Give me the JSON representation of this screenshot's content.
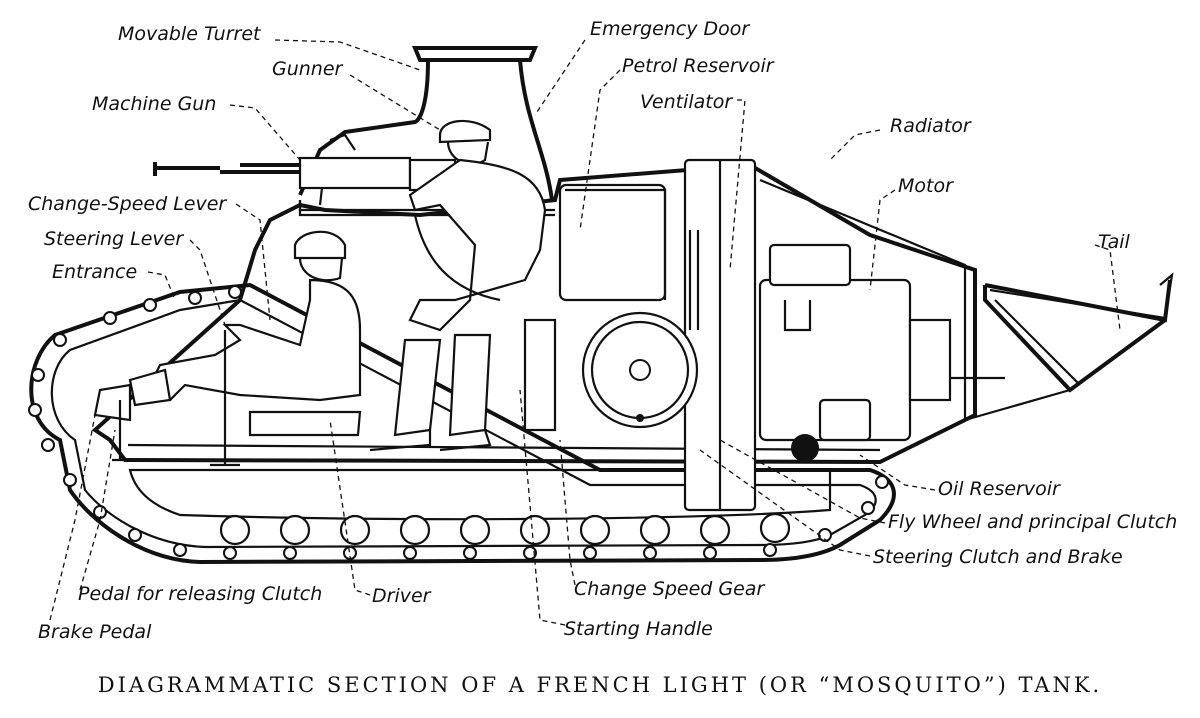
{
  "caption": "DIAGRAMMATIC SECTION OF A FRENCH LIGHT (OR “MOSQUITO”) TANK.",
  "labels": {
    "movable_turret": "Movable Turret",
    "gunner": "Gunner",
    "machine_gun": "Machine Gun",
    "change_speed_lever": "Change-Speed Lever",
    "steering_lever": "Steering Lever",
    "entrance": "Entrance",
    "emergency_door": "Emergency Door",
    "petrol_reservoir": "Petrol Reservoir",
    "ventilator": "Ventilator",
    "radiator": "Radiator",
    "motor": "Motor",
    "tail": "Tail",
    "oil_reservoir": "Oil Reservoir",
    "fly_wheel": "Fly Wheel and principal Clutch",
    "steering_clutch": "Steering Clutch and Brake",
    "change_speed_gear": "Change Speed Gear",
    "starting_handle": "Starting Handle",
    "driver": "Driver",
    "pedal_clutch": "Pedal for releasing Clutch",
    "brake_pedal": "Brake Pedal"
  }
}
